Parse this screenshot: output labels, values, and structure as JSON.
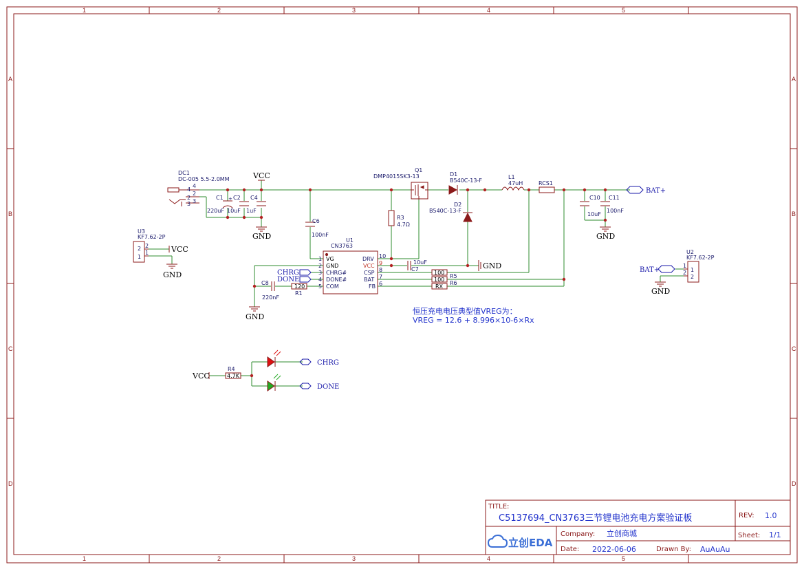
{
  "zones": {
    "columns": [
      "1",
      "2",
      "3",
      "4",
      "5"
    ],
    "rows": [
      "A",
      "B",
      "C",
      "D"
    ]
  },
  "components": {
    "dc1": {
      "ref": "DC1",
      "value": "DC-005 5.5-2.0MM",
      "pins": [
        "4",
        "2",
        "3",
        "4",
        "2",
        "3"
      ]
    },
    "c1": {
      "ref": "C1",
      "value": "220uF"
    },
    "c2": {
      "ref": "C2",
      "value": "10uF"
    },
    "c4": {
      "ref": "C4",
      "value": "1uF"
    },
    "c6": {
      "ref": "C6",
      "value": "100nF"
    },
    "c7": {
      "ref": "C7",
      "value": "10uF"
    },
    "c8": {
      "ref": "C8",
      "value": "220nF"
    },
    "c10": {
      "ref": "C10",
      "value": "10uF"
    },
    "c11": {
      "ref": "C11",
      "value": "100nF"
    },
    "q1": {
      "ref": "Q1",
      "value": "DMP4015SK3-13"
    },
    "d1": {
      "ref": "D1",
      "value": "B540C-13-F"
    },
    "d2": {
      "ref": "D2",
      "value": "B540C-13-F"
    },
    "l1": {
      "ref": "L1",
      "value": "47uH"
    },
    "rcs1": {
      "ref": "RCS1"
    },
    "r3": {
      "ref": "R3",
      "value": "4.7Ω"
    },
    "r1": {
      "ref": "R1",
      "value": "120"
    },
    "r5": {
      "ref": "R5",
      "value": "100"
    },
    "r6": {
      "ref": "R6",
      "value": "100"
    },
    "rx": {
      "value": "RX"
    },
    "r4": {
      "ref": "R4",
      "value": "4.7K"
    },
    "u1": {
      "ref": "U1",
      "value": "CN3763",
      "left_pins": [
        {
          "num": "1",
          "name": "VG"
        },
        {
          "num": "2",
          "name": "GND"
        },
        {
          "num": "3",
          "name": "CHRG#"
        },
        {
          "num": "4",
          "name": "DONE#"
        },
        {
          "num": "5",
          "name": "COM"
        }
      ],
      "right_pins": [
        {
          "num": "10",
          "name": "DRV"
        },
        {
          "num": "9",
          "name": "VCC"
        },
        {
          "num": "8",
          "name": "CSP"
        },
        {
          "num": "7",
          "name": "BAT"
        },
        {
          "num": "6",
          "name": "FB"
        }
      ]
    },
    "u2": {
      "ref": "U2",
      "value": "KF7.62-2P",
      "pins": [
        "1",
        "2"
      ]
    },
    "u3": {
      "ref": "U3",
      "value": "KF7.62-2P",
      "pins": [
        "2",
        "1"
      ]
    }
  },
  "nets": {
    "vcc": "VCC",
    "gnd": "GND",
    "bat_plus": "BAT+",
    "chrg": "CHRG",
    "done": "DONE"
  },
  "note": {
    "line1": "恒压充电电压典型值VREG为：",
    "line2": "VREG = 12.6 + 8.996×10-6×Rx"
  },
  "title_block": {
    "title_label": "TITLE:",
    "title": "C5137694_CN3763三节锂电池充电方案验证板",
    "rev_label": "REV:",
    "rev": "1.0",
    "company_label": "Company:",
    "company": "立创商城",
    "sheet_label": "Sheet:",
    "sheet": "1/1",
    "date_label": "Date:",
    "date": "2022-06-06",
    "drawn_label": "Drawn By:",
    "drawn": "AuAuAu",
    "logo": "立创EDA"
  },
  "colors": {
    "frame": "#8b1a1a",
    "wire": "#2e8b2e",
    "label": "#1a1a6b",
    "accent_text": "#2233cc"
  }
}
